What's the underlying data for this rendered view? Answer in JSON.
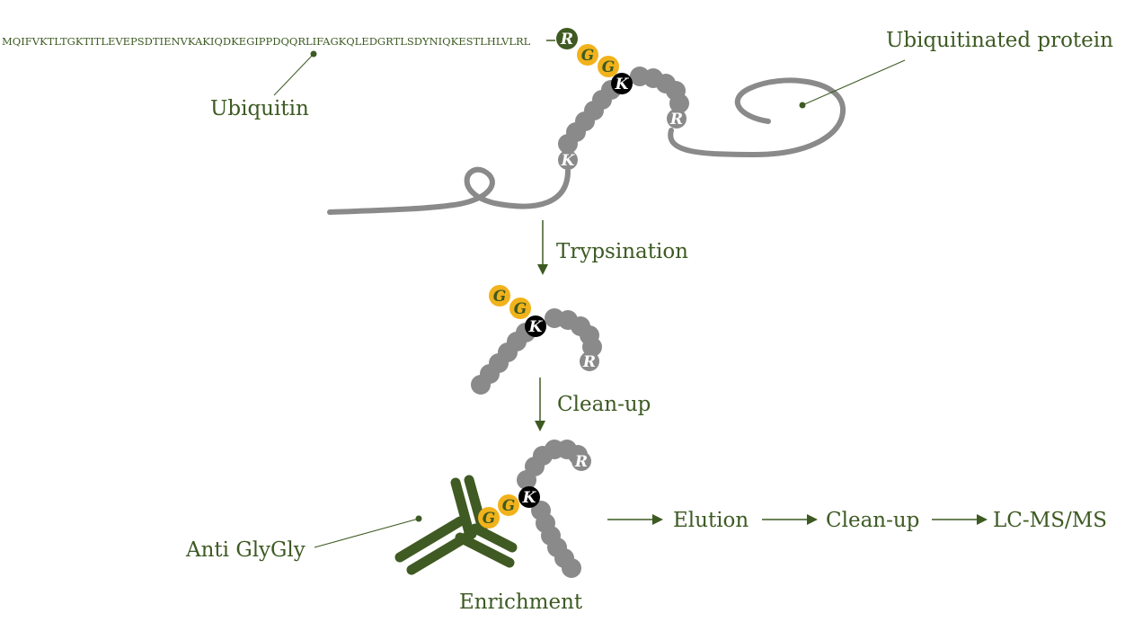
{
  "sequence": "MQIFVKTLTGKTITLEVEPSDTIENVKAKIQDKEGIPPDQQRLIFAGKQLEDGRTLSDYNIQKESTLHLVLRL",
  "labels": {
    "ubiquitin": "Ubiquitin",
    "ubiquitinated_protein": "Ubiquitinated protein",
    "trypsination": "Trypsination",
    "cleanup_1": "Clean-up",
    "anti_glygly": "Anti GlyGly",
    "enrichment": "Enrichment",
    "elution": "Elution",
    "cleanup_2": "Clean-up",
    "lcms": "LC-MS/MS"
  },
  "residues": {
    "arginine": "R",
    "glycine": "G",
    "lysine": "K"
  },
  "colors": {
    "green": "#3d5a22",
    "dark_green": "#3f5a22",
    "gold": "#f2b21b",
    "gray": "#8a8a8a",
    "black": "#000000",
    "white": "#ffffff"
  }
}
